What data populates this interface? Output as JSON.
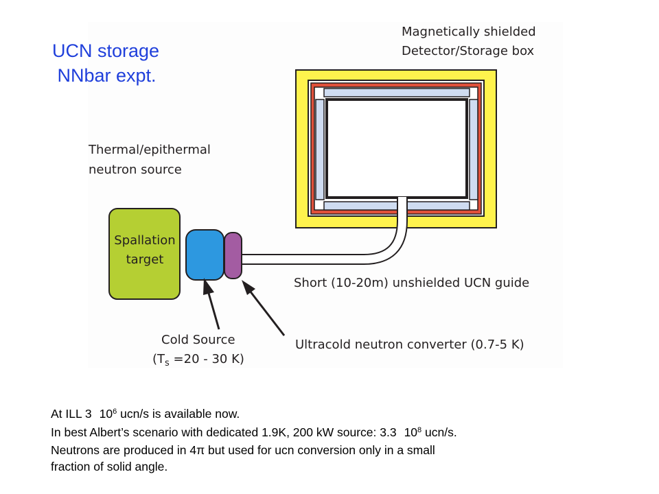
{
  "title": {
    "line1": "UCN storage",
    "line2": " NNbar expt."
  },
  "labels": {
    "box_title_1": "Magnetically shielded",
    "box_title_2": "Detector/Storage box",
    "thermal_1": "Thermal/epithermal",
    "thermal_2": "neutron source",
    "spallation_1": "Spallation",
    "spallation_2": "target",
    "guide": "Short (10-20m) unshielded UCN guide",
    "converter": "Ultracold neutron converter (0.7-5 K)",
    "cold_1": "Cold Source",
    "cold_2_open": "(T",
    "cold_2_sub": "s",
    "cold_2_rest": " =20 - 30 K)"
  },
  "colors": {
    "diagram_bg": "#fdfdfd",
    "yellow_shield": "#fff34d",
    "red_layer": "#e1513b",
    "blue_layer": "#cfdcf1",
    "spallation": "#b5cf33",
    "cold_source": "#2d98e0",
    "converter": "#a35ca2",
    "title_blue": "#1f3fdb"
  },
  "caption": {
    "l1_a": "At ILL 3",
    "l1_glyph": " ",
    "l1_b": "10",
    "l1_sup": "6",
    "l1_c": " ucn/s is available now.",
    "l2_a": "In best Albert’s scenario with dedicated 1.9K, 200 kW source: 3.3",
    "l2_glyph": " ",
    "l2_b": "10",
    "l2_sup": "8",
    "l2_c": " ucn/s.",
    "l3_a": "Neutrons are produced in 4",
    "l3_pi": "π",
    "l3_b": " but used for ucn conversion only in a small",
    "l4": "fraction of solid angle."
  }
}
